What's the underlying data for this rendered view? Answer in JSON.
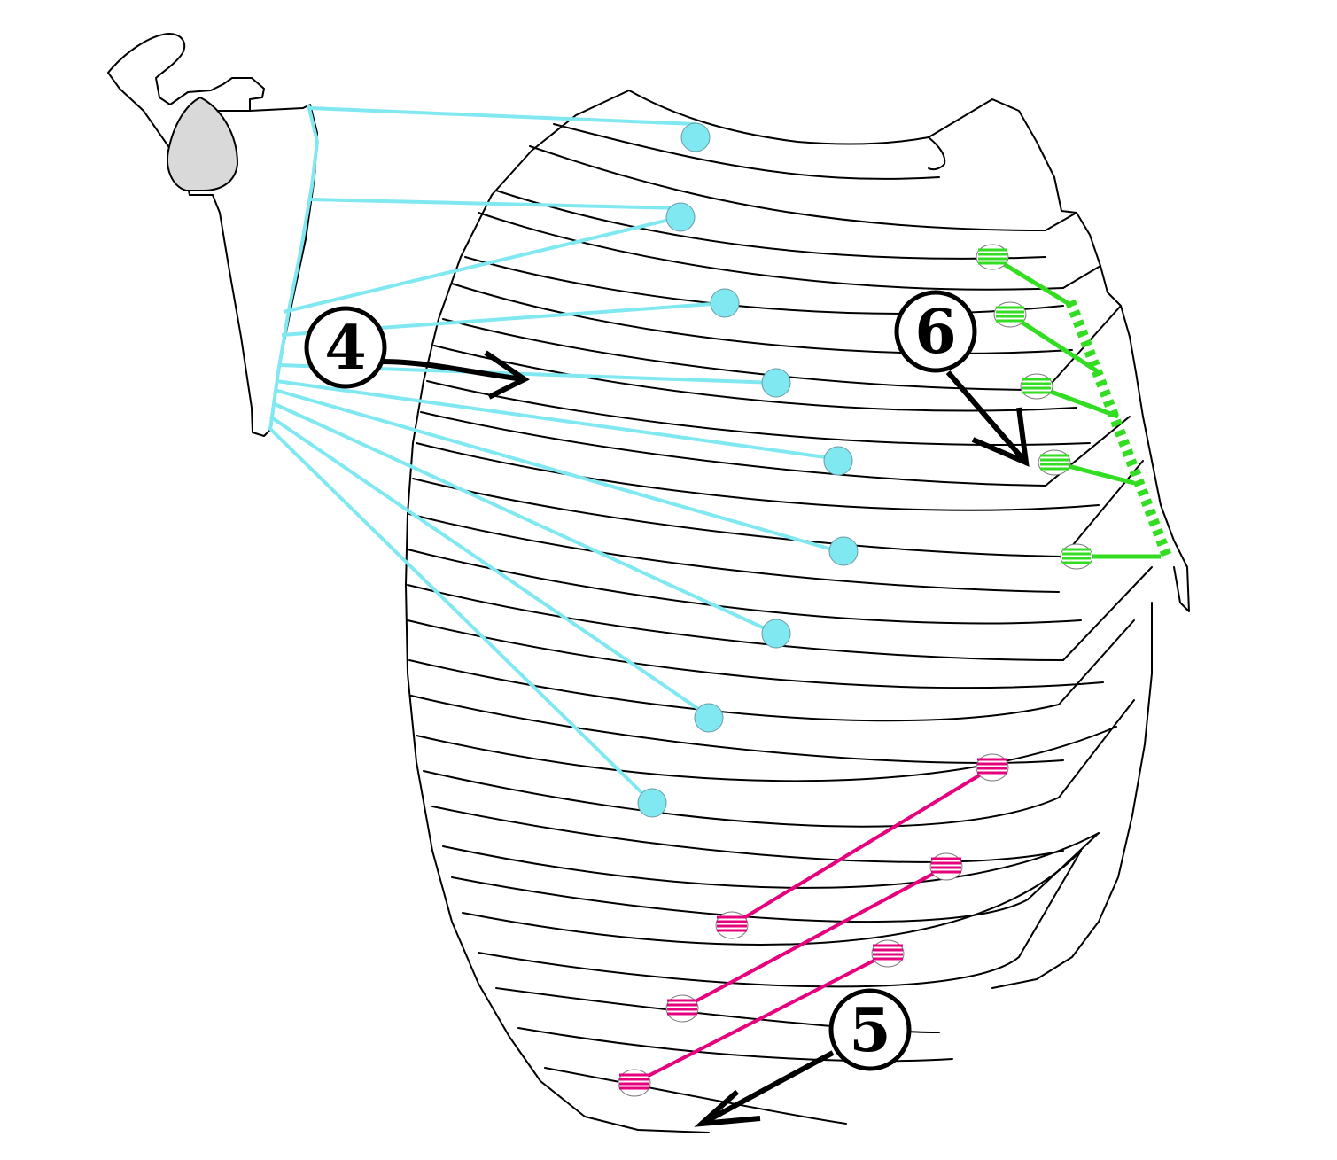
{
  "diagram": {
    "colors": {
      "outline": "#000000",
      "scapula_fill": "#d9d9d9",
      "serratus_anterior": "#80e8f0",
      "serratus_posterior_inferior": "#e6007e",
      "serratus_posterior_superior": "#33dd22",
      "background": "#ffffff"
    },
    "callouts": [
      {
        "id": "callout-4",
        "label": "4",
        "target": "serratus_anterior"
      },
      {
        "id": "callout-5",
        "label": "5",
        "target": "serratus_posterior_inferior"
      },
      {
        "id": "callout-6",
        "label": "6",
        "target": "serratus_posterior_superior"
      }
    ],
    "icons": [
      "scapula",
      "humerus-head",
      "rib-cage",
      "spine"
    ]
  }
}
